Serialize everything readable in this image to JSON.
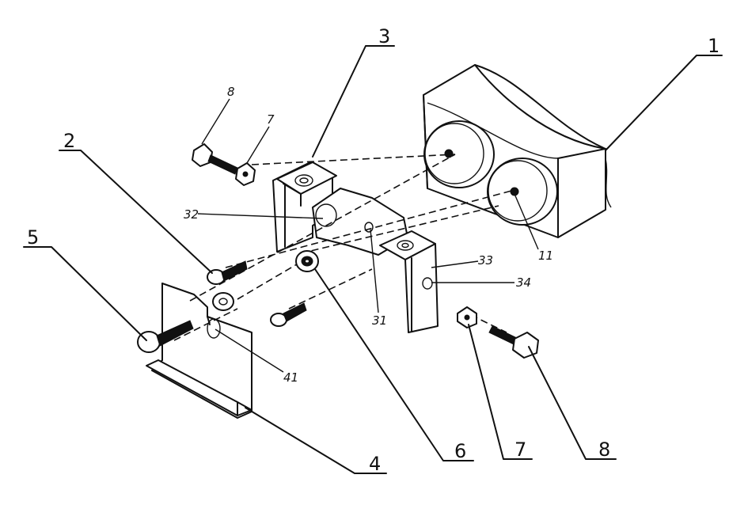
{
  "labels": {
    "p1": "1",
    "p2": "2",
    "p3": "3",
    "p4": "4",
    "p5": "5",
    "p6": "6",
    "p7a": "7",
    "p8a": "8",
    "p7b": "7",
    "p8b": "8",
    "p11": "11",
    "p31": "31",
    "p32": "32",
    "p33": "33",
    "p34": "34",
    "p41": "41"
  }
}
